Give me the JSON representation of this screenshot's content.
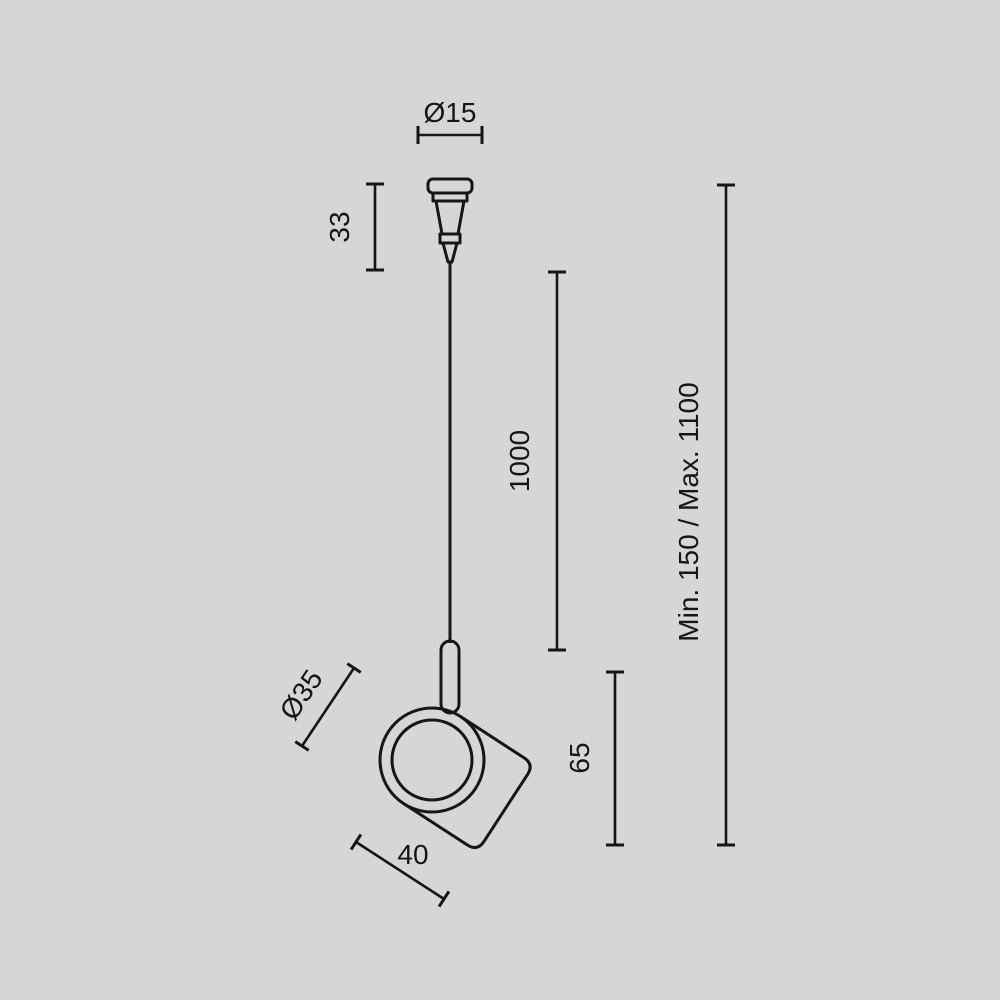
{
  "drawing": {
    "title": "pendant-spot-light-dimension-drawing",
    "colors": {
      "background": "#d5d6d8",
      "line": "#161616"
    },
    "labels": {
      "canopy_diameter": "Ø15",
      "canopy_height": "33",
      "cable_length": "1000",
      "suspension_range": "Min. 150 / Max. 1100",
      "head_diameter": "Ø35",
      "head_height": "65",
      "head_length": "40"
    }
  }
}
